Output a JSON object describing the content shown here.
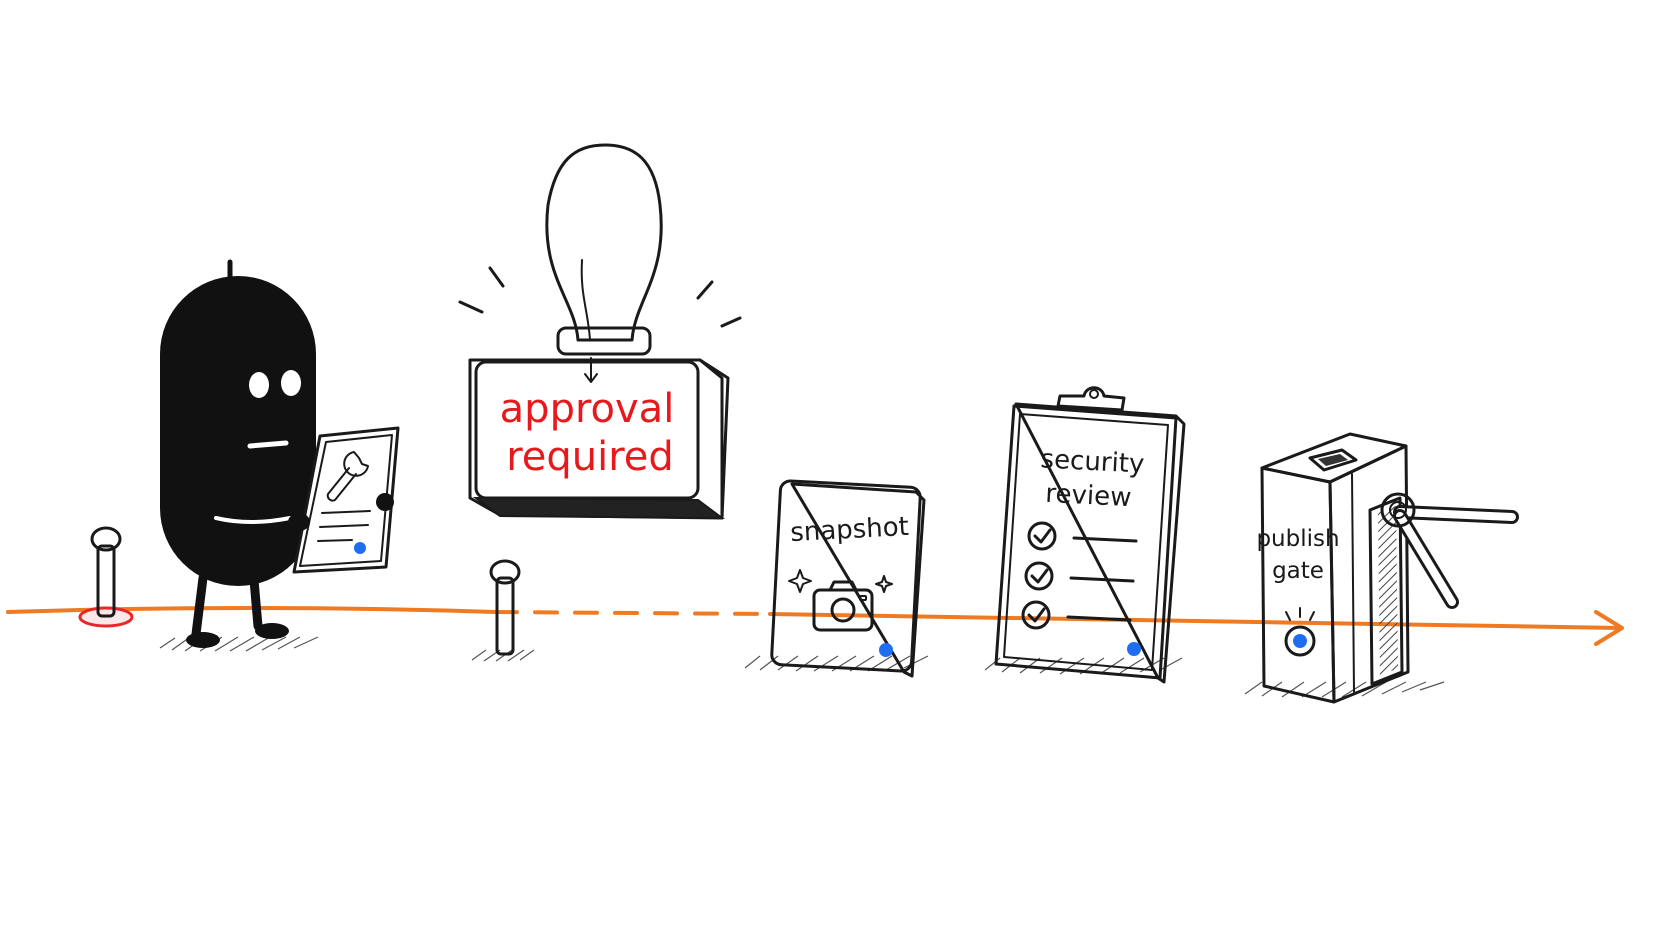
{
  "labels": {
    "stamp_line1": "approval",
    "stamp_line2": "required",
    "snapshot": "snapshot",
    "security_line1": "security",
    "security_line2": "review",
    "publish_line1": "publish",
    "publish_line2": "gate"
  },
  "colors": {
    "path": "#f07a22",
    "stamp_text": "#e8191c",
    "ink": "#1a1a1a",
    "dot": "#1f6ef2",
    "start_marker": "#e8262a"
  },
  "icons": {
    "character": "robot-character-icon",
    "tablet": "wrench-document-icon",
    "stamp": "rubber-stamp-icon",
    "snapshot": "camera-icon",
    "security": "clipboard-checklist-icon",
    "publish": "turnstile-gate-icon"
  }
}
